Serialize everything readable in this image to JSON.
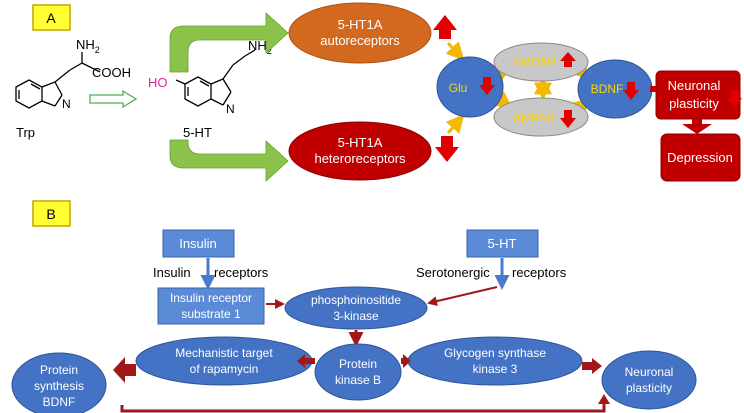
{
  "panel_a": {
    "label": "A",
    "trp": "Trp",
    "nh2": "NH",
    "nh2_sub": "2",
    "cooh": "COOH",
    "n": "N",
    "ho": "HO",
    "serotonin": "5-HT",
    "autoreceptors_line1": "5-HT1A",
    "autoreceptors_line2": "autoreceptors",
    "heteroreceptors_line1": "5-HT1A",
    "heteroreceptors_line2": "heteroreceptors",
    "glu": "Glu",
    "nmdar": "NMDAR",
    "ampar": "AMPAR",
    "bdnf": "BDNF",
    "neuronal_line1": "Neuronal",
    "neuronal_line2": "plasticity",
    "depression": "Depression"
  },
  "panel_b": {
    "label": "B",
    "insulin": "Insulin",
    "serotonin": "5-HT",
    "insulin_receptors_1": "Insulin",
    "insulin_receptors_2": "receptors",
    "serotonergic_receptors_1": "Serotonergic",
    "serotonergic_receptors_2": "receptors",
    "irs1_line1": "Insulin receptor",
    "irs1_line2": "substrate 1",
    "pi3k_line1": "phosphoinositide",
    "pi3k_line2": "3-kinase",
    "mtor_line1": "Mechanistic target",
    "mtor_line2": "of rapamycin",
    "pkb_line1": "Protein",
    "pkb_line2": "kinase B",
    "gsk3_line1": "Glycogen synthase",
    "gsk3_line2": "kinase 3",
    "protein_synthesis_line1": "Protein",
    "protein_synthesis_line2": "synthesis",
    "protein_synthesis_line3": "BDNF",
    "neuronal_line1": "Neuronal",
    "neuronal_line2": "plasticity"
  },
  "colors": {
    "label_box": "#ffff33",
    "label_border": "#c9a400",
    "orange": "#d2691e",
    "dark_red": "#c00000",
    "blue": "#4472c4",
    "grey": "#c8c8c8",
    "yellow_text": "#ffd700",
    "red_arrow": "#e00000",
    "green_arrow": "#8bc34a",
    "b_box_blue": "#5b8bd6",
    "b_arrow_red": "#a01818",
    "magenta": "#e0249b"
  }
}
